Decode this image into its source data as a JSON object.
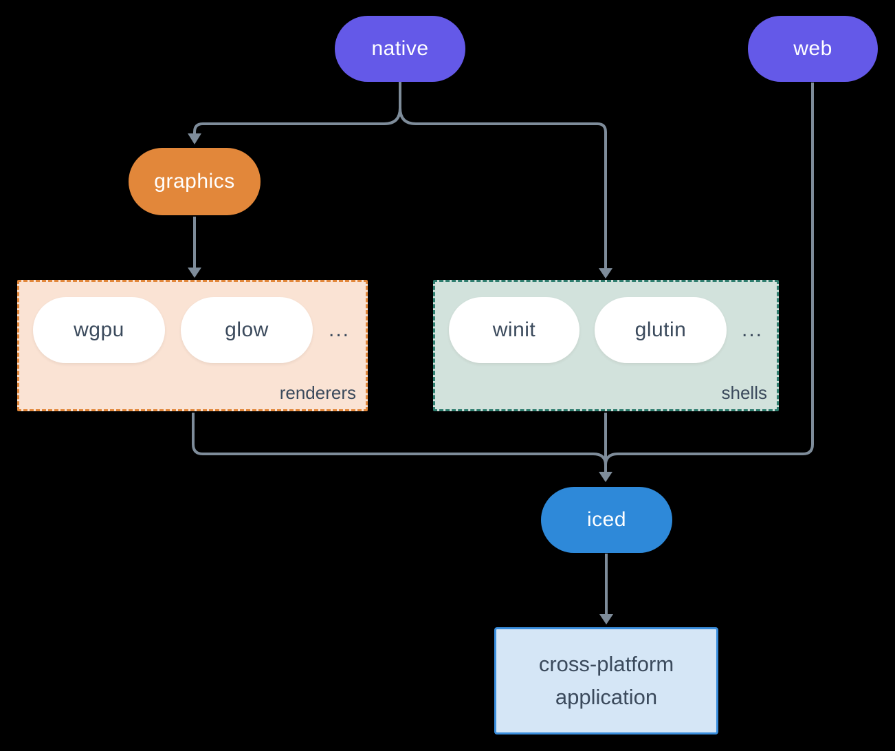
{
  "diagram": {
    "nodes": {
      "native": {
        "label": "native"
      },
      "web": {
        "label": "web"
      },
      "graphics": {
        "label": "graphics"
      },
      "iced": {
        "label": "iced"
      },
      "app": {
        "line1": "cross-platform",
        "line2": "application"
      }
    },
    "groups": {
      "renderers": {
        "label": "renderers",
        "items": [
          "wgpu",
          "glow"
        ],
        "ellipsis": "..."
      },
      "shells": {
        "label": "shells",
        "items": [
          "winit",
          "glutin"
        ],
        "ellipsis": "..."
      }
    },
    "edges": [
      {
        "from": "native",
        "to": "graphics"
      },
      {
        "from": "native",
        "to": "shells"
      },
      {
        "from": "graphics",
        "to": "renderers"
      },
      {
        "from": "renderers",
        "to": "iced"
      },
      {
        "from": "shells",
        "to": "iced"
      },
      {
        "from": "web",
        "to": "iced"
      },
      {
        "from": "iced",
        "to": "app"
      }
    ]
  },
  "colors": {
    "background": "#000000",
    "purple": "#6459e8",
    "orange": "#e2873a",
    "blue": "#2e89d9",
    "peach_fill": "#fae3d4",
    "green_fill": "#d2e2dc",
    "teal_border": "#2e7d6e",
    "app_fill": "#d5e6f6",
    "app_border": "#3a8edd",
    "line": "#7e8c9a",
    "dark_text": "#3b4a5c",
    "white_text": "#ffffff"
  }
}
